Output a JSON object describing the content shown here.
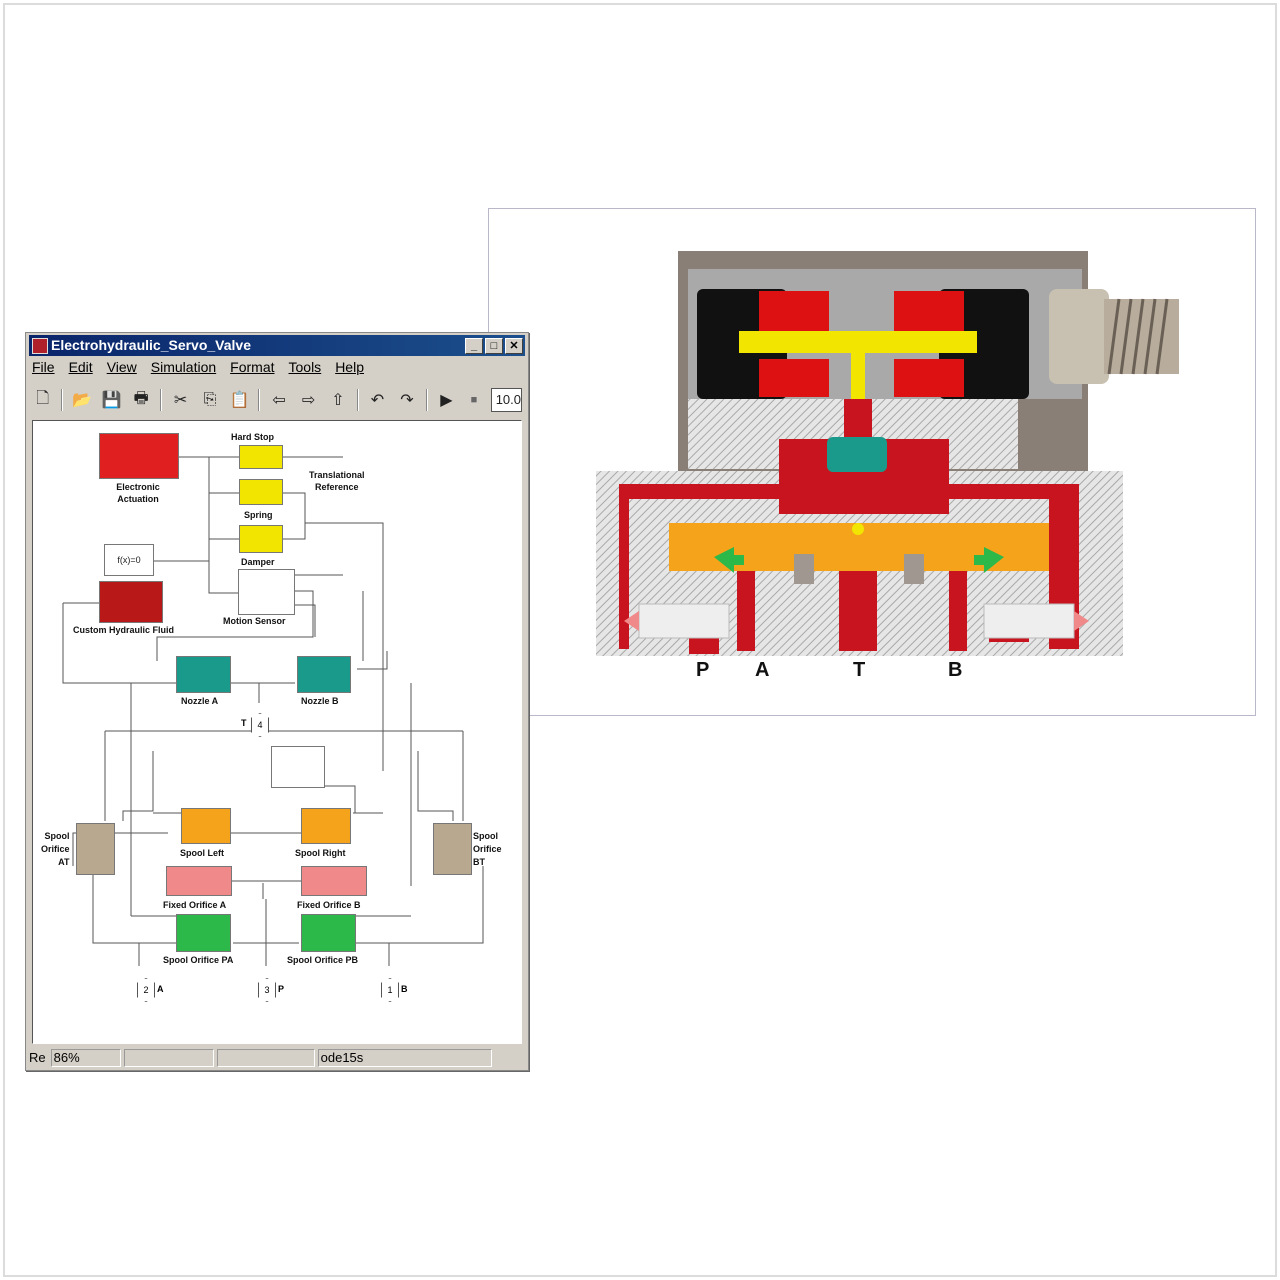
{
  "window": {
    "title": "Electrohydraulic_Servo_Valve",
    "controls": [
      "_",
      "□",
      "✕"
    ]
  },
  "menu": [
    "File",
    "Edit",
    "View",
    "Simulation",
    "Format",
    "Tools",
    "Help"
  ],
  "toolbar": {
    "icons": [
      "new-icon",
      "open-icon",
      "save-icon",
      "print-icon",
      "cut-icon",
      "copy-icon",
      "paste-icon",
      "back-icon",
      "forward-icon",
      "up-icon",
      "undo-icon",
      "redo-icon",
      "play-icon",
      "stop-icon"
    ],
    "glyphs": [
      "🗋",
      "📂",
      "💾",
      "🖶",
      "✂",
      "⎘",
      "📋",
      "⇦",
      "⇨",
      "⇧",
      "↶",
      "↷",
      "▶",
      "■"
    ],
    "stop_time": "10.0"
  },
  "blocks": {
    "electronic_actuation": "Electronic\nActuation",
    "hard_stop": "Hard Stop",
    "spring": "Spring",
    "damper": "Damper",
    "translational_reference": "Translational\nReference",
    "fx": "f(x)=0",
    "custom_fluid": "Custom Hydraulic Fluid",
    "motion_sensor": "Motion Sensor",
    "nozzle_a": "Nozzle A",
    "nozzle_b": "Nozzle B",
    "spool_orifice_at": "Spool\nOrifice\nAT",
    "spool_orifice_bt": "Spool\nOrifice\nBT",
    "spool_left": "Spool Left",
    "spool_right": "Spool Right",
    "fixed_orifice_a": "Fixed Orifice A",
    "fixed_orifice_b": "Fixed Orifice B",
    "spool_orifice_pa": "Spool Orifice PA",
    "spool_orifice_pb": "Spool Orifice PB"
  },
  "ports": [
    {
      "num": "4",
      "name": "T"
    },
    {
      "num": "2",
      "name": "A"
    },
    {
      "num": "3",
      "name": "P"
    },
    {
      "num": "1",
      "name": "B"
    }
  ],
  "status": {
    "ready": "Re",
    "zoom": "86%",
    "solver": "ode15s"
  },
  "valve_labels": [
    "P",
    "A",
    "T",
    "B"
  ],
  "colors": {
    "title_bar": "#0a246a",
    "actuation": "#e02020",
    "hydraulic": "#c8141e",
    "spool": "#f5a31a",
    "nozzle": "#1a9a8a",
    "orifice_green": "#2db84a",
    "orifice_pink": "#f08a8a",
    "tan": "#b8a890",
    "yellow": "#f2e600"
  }
}
